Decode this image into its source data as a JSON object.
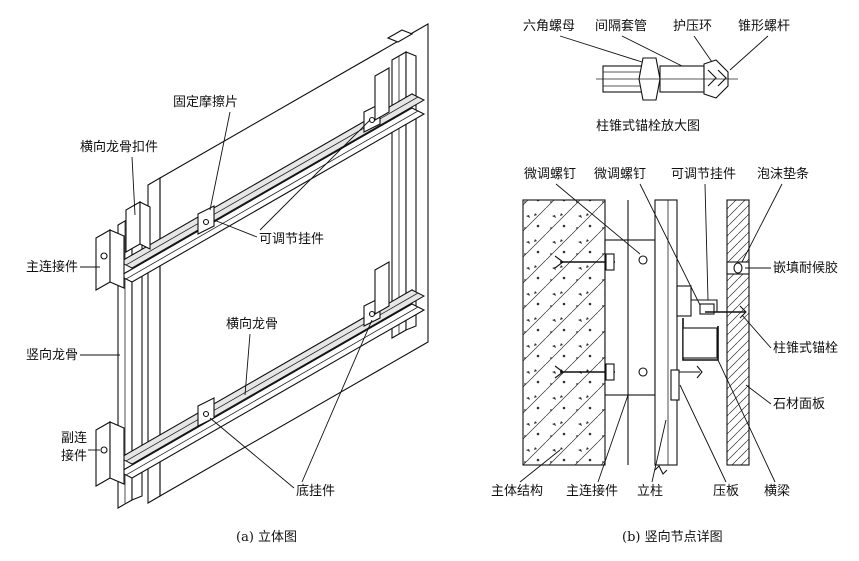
{
  "left_view": {
    "caption": "(a) 立体图",
    "labels": {
      "fixed_friction_plate": "固定摩擦片",
      "horizontal_keel_clip": "横向龙骨扣件",
      "adjustable_hanger": "可调节挂件",
      "main_connector": "主连接件",
      "horizontal_keel": "横向龙骨",
      "vertical_keel": "竖向龙骨",
      "secondary_connector_line1": "副连",
      "secondary_connector_line2": "接件",
      "bottom_hanger": "底挂件"
    }
  },
  "right_view": {
    "caption": "(b) 竖向节点详图",
    "bolt_detail": {
      "hex_nut": "六角螺母",
      "spacer_sleeve": "间隔套管",
      "pressure_ring": "护压环",
      "cone_bolt": "锥形螺杆",
      "title": "柱锥式锚栓放大图"
    },
    "labels": {
      "fine_screw_1": "微调螺钉",
      "fine_screw_2": "微调螺钉",
      "adjustable_hanger": "可调节挂件",
      "foam_strip": "泡沫垫条",
      "sealant": "嵌填耐候胶",
      "cone_anchor": "柱锥式锚栓",
      "stone_panel": "石材面板",
      "main_structure": "主体结构",
      "main_connector": "主连接件",
      "column": "立柱",
      "press_plate": "压板",
      "cross_beam": "横梁"
    }
  }
}
